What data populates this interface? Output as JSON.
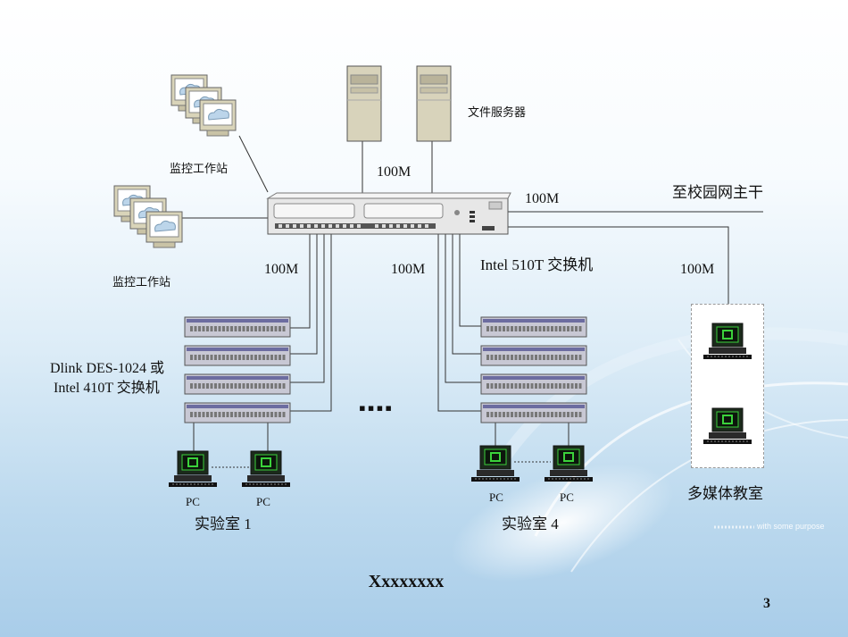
{
  "labels": {
    "file_server": "文件服务器",
    "monitor_station_top": "监控工作站",
    "monitor_station_left": "监控工作站",
    "campus_backbone": "至校园网主干",
    "core_switch": "Intel 510T 交换机",
    "speed_servers": "100M",
    "speed_backbone": "100M",
    "speed_left_stack": "100M",
    "speed_right_stack": "100M",
    "speed_multimedia": "100M",
    "stack_switch_line1": "Dlink DES-1024 或",
    "stack_switch_line2": "Intel 410T 交换机",
    "ellipsis": "▪▪▪▪",
    "pc_1a": "PC",
    "pc_1b": "PC",
    "pc_4a": "PC",
    "pc_4b": "PC",
    "lab_1": "实验室 1",
    "lab_4": "实验室 4",
    "multimedia_room": "多媒体教室"
  },
  "slide_title": "Xxxxxxxx",
  "page_number": "3",
  "brand_text": "with some purpose",
  "colors": {
    "line": "#333333",
    "switch_body": "#e7e7e7",
    "stack_switch": "#c8c8d4",
    "server": "#d8d3bb",
    "monitor_screen": "#1b2a1b",
    "screen_green": "#3bd23b"
  }
}
